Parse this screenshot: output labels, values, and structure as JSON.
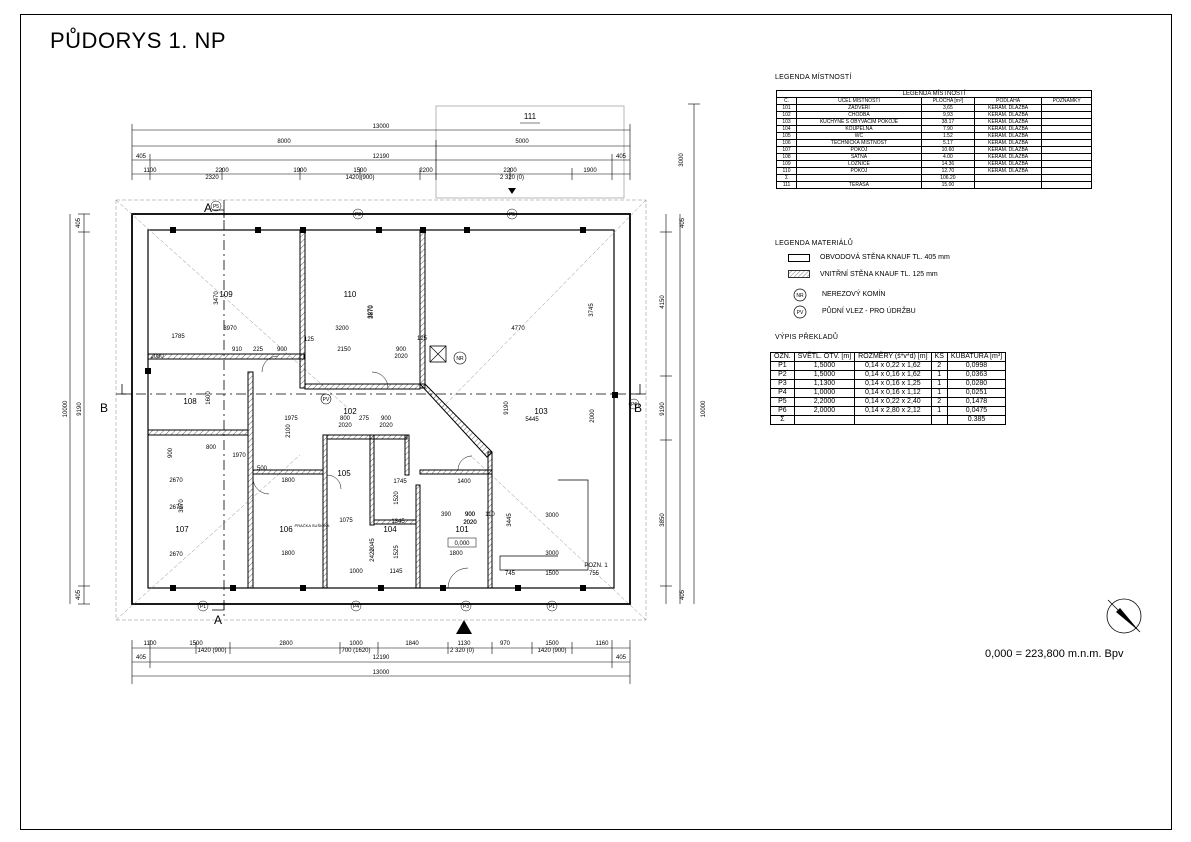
{
  "title": "PŮDORYS 1. NP",
  "elevation_note": "0,000 = 223,800 m.n.m. Bpv",
  "rooms_legend": {
    "caption": "LEGENDA MÍSTNOSTÍ",
    "table_title": "LEGENDA MÍSTNOSTÍ",
    "headers": [
      "Č.",
      "ÚČEL MÍSTNOSTI",
      "PLOCHA [m²]",
      "PODLAHA",
      "POZNÁMKY"
    ],
    "rows": [
      [
        "101",
        "ZÁDVEŘÍ",
        "3,65",
        "KERAM. DLAŽBA",
        ""
      ],
      [
        "102",
        "CHODBA",
        "9,93",
        "KERAM. DLAŽBA",
        ""
      ],
      [
        "103",
        "KUCHYNĚ S OBÝVACÍM POKOJE",
        "38.17",
        "KERAM. DLAŽBA",
        ""
      ],
      [
        "104",
        "KOUPELNA",
        "7.90",
        "KERAM. DLAŽBA",
        ""
      ],
      [
        "105",
        "WC",
        "1.52",
        "KERAM. DLAŽBA",
        ""
      ],
      [
        "106",
        "TECHNICKÁ MÍSTNOST",
        "5.17",
        "KERAM. DLAŽBA",
        ""
      ],
      [
        "107",
        "POKOJ",
        "10.60",
        "KERAM. DLAŽBA",
        ""
      ],
      [
        "108",
        "ŠATNA",
        "4.00",
        "KERAM. DLAŽBA",
        ""
      ],
      [
        "109",
        "LOŽNICE",
        "14.36",
        "KERAM. DLAŽBA",
        ""
      ],
      [
        "110",
        "POKOJ",
        "12.70",
        "KERAM. DLAŽBA",
        ""
      ],
      [
        "Σ",
        "",
        "106.20",
        "",
        ""
      ],
      [
        "111",
        "TERASA",
        "15.00",
        "",
        ""
      ]
    ]
  },
  "materials_legend": {
    "caption": "LEGENDA MATERIÁLŮ",
    "items": [
      {
        "symbol": "plain-rect",
        "label": "OBVODOVÁ STĚNA KNAUF TL. 405 mm"
      },
      {
        "symbol": "hatched-rect",
        "label": "VNITŘNÍ STĚNA KNAUF TL. 125 mm"
      },
      {
        "symbol": "NR",
        "label": "NEREZOVÝ KOMÍN"
      },
      {
        "symbol": "PV",
        "label": "PŮDNÍ VLEZ - PRO ÚDRŽBU"
      }
    ]
  },
  "lintels": {
    "caption": "VÝPIS PŘEKLADŮ",
    "headers": [
      "OZN.",
      "SVĚTL. OTV. [m]",
      "ROZMĚRY (š*v*d) [m]",
      "KS",
      "KUBATURA [m³]"
    ],
    "rows": [
      [
        "P1",
        "1,5000",
        "0,14 x 0,22 x 1,62",
        "2",
        "0,0998"
      ],
      [
        "P2",
        "1,5000",
        "0,14 x 0,16 x 1,62",
        "1",
        "0,0363"
      ],
      [
        "P3",
        "1,1300",
        "0,14 x 0,16 x 1,25",
        "1",
        "0,0280"
      ],
      [
        "P4",
        "1,0000",
        "0,14 x 0,16 x 1,12",
        "1",
        "0,0251"
      ],
      [
        "P5",
        "2,2000",
        "0,14 x 0,22 x 2,40",
        "2",
        "0,1478"
      ],
      [
        "P6",
        "2,0000",
        "0,14 x 2,80 x 2,12",
        "1",
        "0,0475"
      ],
      [
        "Σ",
        "",
        "",
        "",
        "0.385"
      ]
    ]
  },
  "plan": {
    "room_numbers": [
      "109",
      "110",
      "103",
      "108",
      "102",
      "107",
      "106",
      "105",
      "104",
      "101",
      "111"
    ],
    "section_marks": [
      "A",
      "A",
      "B",
      "B"
    ],
    "lintel_marks": [
      "P1",
      "P1",
      "P2",
      "P3",
      "P4",
      "P5",
      "P5",
      "P6"
    ],
    "chimney_label": "NR",
    "attic_access_label": "PV",
    "level_mark": "0,000",
    "note": "POZN. 1",
    "fixture_labels": [
      "PRAČKA SUŠIČKA"
    ],
    "dims_top": [
      "13000",
      "8000",
      "5000",
      "405",
      "12190",
      "405",
      "1100",
      "2200",
      "1900",
      "1500",
      "2200",
      "2200",
      "1900",
      "2320",
      "1420 (900)",
      "2 320 (0)"
    ],
    "dims_bottom": [
      "1100",
      "1500",
      "2800",
      "1000",
      "1840",
      "1130",
      "970",
      "1500",
      "1160",
      "405",
      "1420 (900)",
      "700 (1620)",
      "2 320 (0)",
      "1420 (900)",
      "405",
      "12190",
      "13000"
    ],
    "dims_left": [
      "405",
      "10000",
      "9190",
      "405"
    ],
    "dims_right": [
      "3000",
      "405",
      "4150",
      "9190",
      "10000",
      "3850",
      "405"
    ],
    "dims_inner": [
      "3470",
      "3970",
      "3970",
      "3200",
      "3870",
      "4770",
      "3745",
      "1785",
      "2080",
      "910",
      "225",
      "900",
      "125",
      "2150",
      "900",
      "2020",
      "125",
      "1600",
      "800",
      "1970",
      "900",
      "2670",
      "2670",
      "2670",
      "3970",
      "1975",
      "2100",
      "800",
      "2020",
      "275",
      "900",
      "2020",
      "9190",
      "5445",
      "2000",
      "1400",
      "1745",
      "1345",
      "1075",
      "1800",
      "1800",
      "1800",
      "900",
      "2020",
      "2420",
      "1145",
      "1000",
      "3445",
      "3000",
      "3000",
      "745",
      "1500",
      "755",
      "390",
      "900",
      "2020",
      "110",
      "2045",
      "1525",
      "1520",
      "500"
    ]
  }
}
